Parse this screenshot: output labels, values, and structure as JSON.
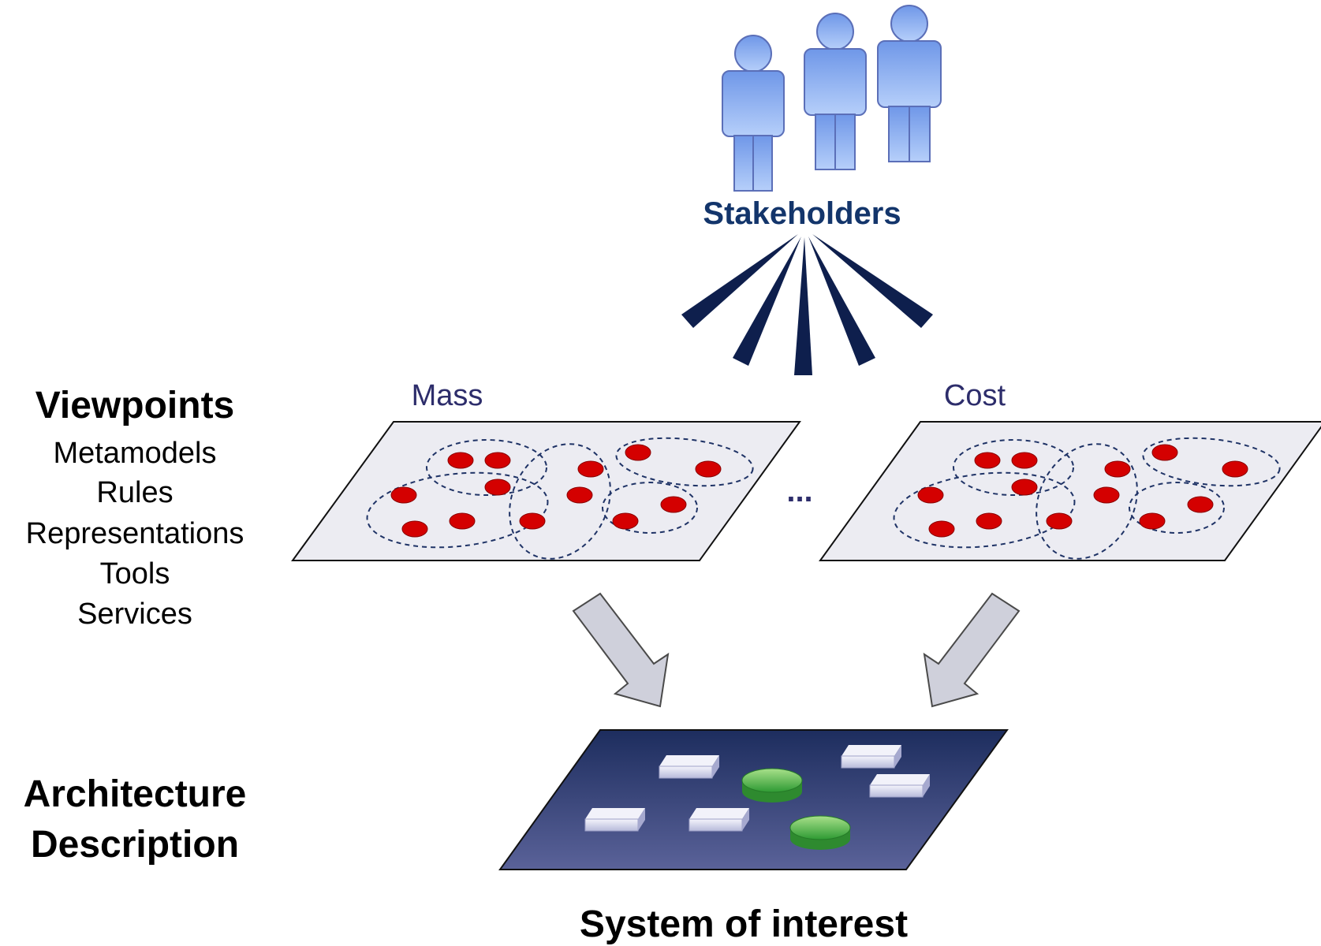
{
  "stakeholders_label": "Stakeholders",
  "left_panel": {
    "viewpoints_title": "Viewpoints",
    "viewpoint_items": [
      "Metamodels",
      "Rules",
      "Representations",
      "Tools",
      "Services"
    ],
    "architecture_line1": "Architecture",
    "architecture_line2": "Description"
  },
  "views": {
    "mass_label": "Mass",
    "cost_label": "Cost",
    "ellipsis": "..."
  },
  "system_label": "System of interest",
  "colors": {
    "stakeholder_fill": "#8db1f0",
    "stakeholder_stroke": "#5b6fb8",
    "connector": "#0e1f4d",
    "plane_fill": "#ececf2",
    "element_red": "#d40000",
    "cluster_dash": "#1f3366",
    "arrow_fill": "#cfd0db",
    "system_plane_top": "#1d2d5e",
    "system_plane_bottom": "#5a6299",
    "block_fill": "#c9cbe6",
    "disc_green": "#3aa63a"
  }
}
